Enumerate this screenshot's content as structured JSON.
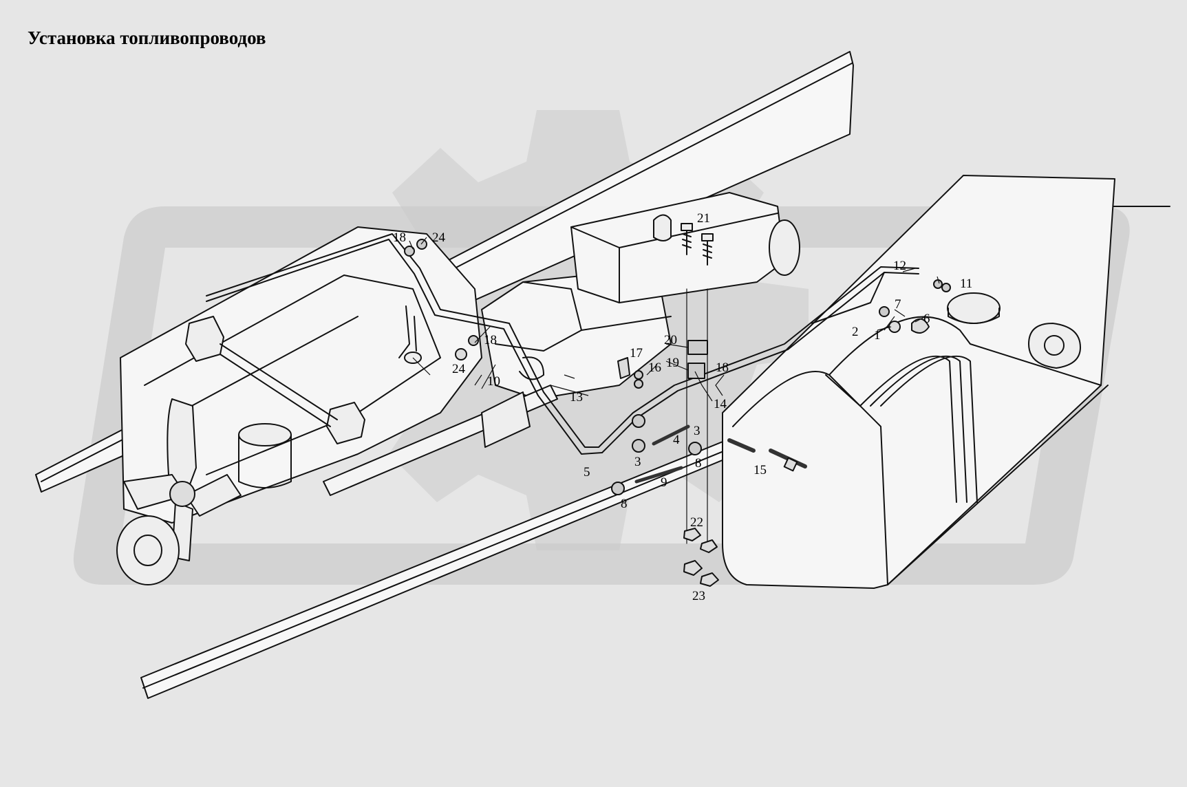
{
  "title": "Установка топливопроводов",
  "colors": {
    "background": "#e6e6e6",
    "watermark": "#c9c9c9",
    "line": "#111111",
    "part_fill": "#f6f6f6"
  },
  "callouts": [
    {
      "id": "c1",
      "text": "1"
    },
    {
      "id": "c2",
      "text": "2"
    },
    {
      "id": "c3a",
      "text": "3"
    },
    {
      "id": "c3b",
      "text": "3"
    },
    {
      "id": "c4",
      "text": "4"
    },
    {
      "id": "c5",
      "text": "5"
    },
    {
      "id": "c6",
      "text": "6"
    },
    {
      "id": "c7",
      "text": "7"
    },
    {
      "id": "c8a",
      "text": "8"
    },
    {
      "id": "c8b",
      "text": "8"
    },
    {
      "id": "c9",
      "text": "9"
    },
    {
      "id": "c10",
      "text": "10"
    },
    {
      "id": "c11",
      "text": "11"
    },
    {
      "id": "c12",
      "text": "12"
    },
    {
      "id": "c13",
      "text": "13"
    },
    {
      "id": "c14",
      "text": "14"
    },
    {
      "id": "c15",
      "text": "15"
    },
    {
      "id": "c16",
      "text": "16"
    },
    {
      "id": "c17",
      "text": "17"
    },
    {
      "id": "c18a",
      "text": "18"
    },
    {
      "id": "c18b",
      "text": "18"
    },
    {
      "id": "c18c",
      "text": "18"
    },
    {
      "id": "c19",
      "text": "19"
    },
    {
      "id": "c20",
      "text": "20"
    },
    {
      "id": "c21",
      "text": "21"
    },
    {
      "id": "c22",
      "text": "22"
    },
    {
      "id": "c23",
      "text": "23"
    },
    {
      "id": "c24a",
      "text": "24"
    },
    {
      "id": "c24b",
      "text": "24"
    }
  ]
}
